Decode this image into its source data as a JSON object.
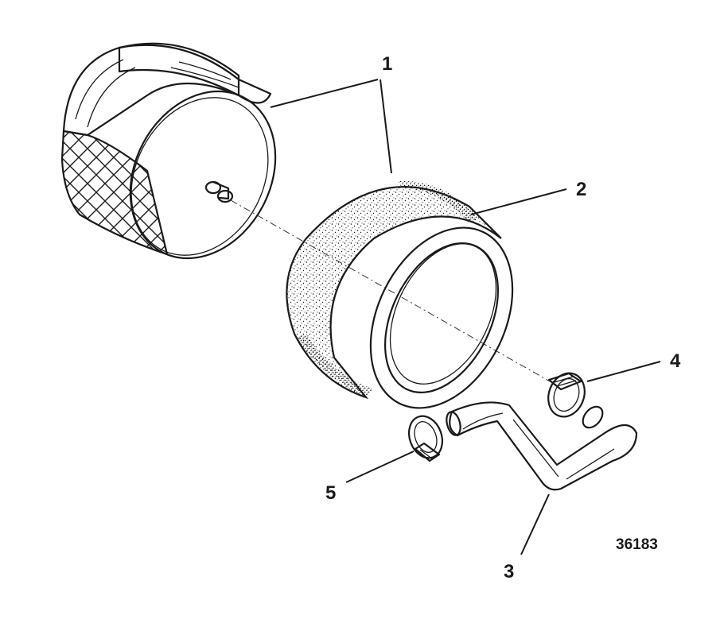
{
  "callouts": [
    {
      "id": "1",
      "label": "1",
      "part": "filter-element"
    },
    {
      "id": "2",
      "label": "2",
      "part": "foam-sleeve"
    },
    {
      "id": "3",
      "label": "3",
      "part": "hose"
    },
    {
      "id": "4",
      "label": "4",
      "part": "hose-clamp"
    },
    {
      "id": "5",
      "label": "5",
      "part": "hose-clamp"
    }
  ],
  "figure_number": "36183",
  "colors": {
    "ink": "#1a1a1a",
    "background": "#ffffff"
  }
}
